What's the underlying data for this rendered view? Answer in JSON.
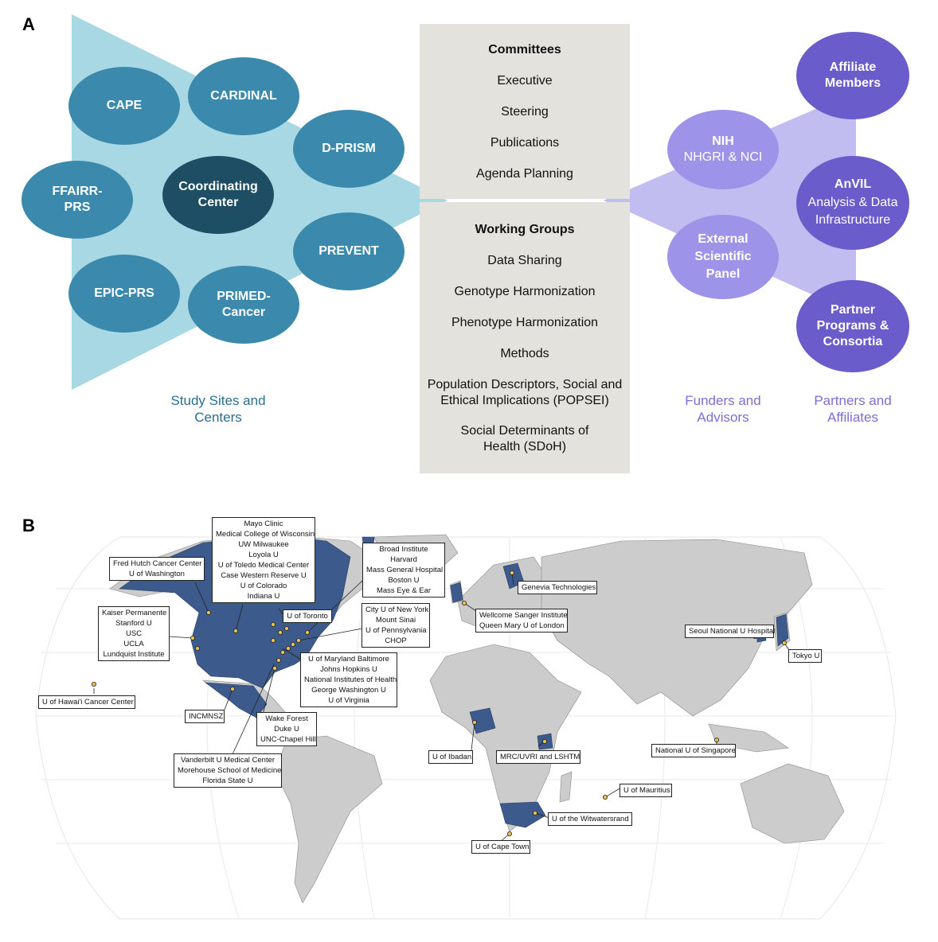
{
  "panel_a": {
    "letter": "A",
    "study_sites": [
      "CAPE",
      "CARDINAL",
      "D-PRISM",
      "FFAIRR-PRS",
      "Coordinating Center",
      "PREVENT",
      "EPIC-PRS",
      "PRIMED-Cancer"
    ],
    "study_caption": "Study Sites and Centers",
    "committees": {
      "header": "Committees",
      "items": [
        "Executive",
        "Steering",
        "Publications",
        "Agenda Planning"
      ]
    },
    "working_groups": {
      "header": "Working Groups",
      "items": [
        "Data Sharing",
        "Genotype Harmonization",
        "Phenotype Harmonization",
        "Methods",
        "Population Descriptors, Social and Ethical Implications (POPSEI)",
        "Social Determinants of Health (SDoH)"
      ]
    },
    "funders": {
      "nih_title": "NIH",
      "nih_sub": "NHGRI & NCI",
      "panel": "External Scientific Panel",
      "caption": "Funders and Advisors"
    },
    "partners": {
      "affiliate": "Affiliate Members",
      "anvil_title": "AnVIL",
      "anvil_sub": "Analysis & Data Infrastructure",
      "programs": "Partner Programs & Consortia",
      "caption": "Partners and Affiliates"
    }
  },
  "panel_b": {
    "letter": "B",
    "labels": [
      [
        "Mayo Clinic",
        "Medical College of Wisconsin",
        "UW Milwaukee",
        "Loyola U",
        "U of Toledo Medical Center",
        "Case Western Reserve U",
        "U of Colorado",
        "Indiana U"
      ],
      [
        "Fred Hutch Cancer Center",
        "U of Washington"
      ],
      [
        "Broad Institute",
        "Harvard",
        "Mass General Hospital",
        "Boston U",
        "Mass Eye & Ear"
      ],
      [
        "Genevia Technologies"
      ],
      [
        "U of Toronto"
      ],
      [
        "Kaiser Permanente",
        "Stanford U",
        "USC",
        "UCLA",
        "Lundquist Institute"
      ],
      [
        "City U of New York",
        "Mount Sinai",
        "U of Pennsylvania",
        "CHOP"
      ],
      [
        "Wellcome Sanger Institute",
        "Queen Mary U of London"
      ],
      [
        "Seoul National U Hospital"
      ],
      [
        "Tokyo U"
      ],
      [
        "U of Maryland Baltimore",
        "Johns Hopkins U",
        "National Institutes of Health",
        "George Washington U",
        "U of Virginia"
      ],
      [
        "U of Hawai'i Cancer Center"
      ],
      [
        "INCMNSZ"
      ],
      [
        "Wake Forest",
        "Duke U",
        "UNC-Chapel Hill"
      ],
      [
        "U of Ibadan"
      ],
      [
        "MRC/UVRI and LSHTM"
      ],
      [
        "National U of Singapore"
      ],
      [
        "Vanderbilt U Medical Center",
        "Morehouse School of Medicine",
        "Florida State U"
      ],
      [
        "U of Mauritius"
      ],
      [
        "U of the Witwatersrand"
      ],
      [
        "U of Cape Town"
      ]
    ]
  },
  "colors": {
    "study": "#3b8aae",
    "coordinating": "#1e4e63",
    "study_triangle": "#a8d8e3",
    "funder": "#9d93e8",
    "partner": "#6a5cca",
    "partner_triangle": "#c2bdf1",
    "box": "#e3e2dc",
    "land": "#cccccc",
    "highlight": "#3c5a8c",
    "site_marker": "#e8c24a"
  }
}
